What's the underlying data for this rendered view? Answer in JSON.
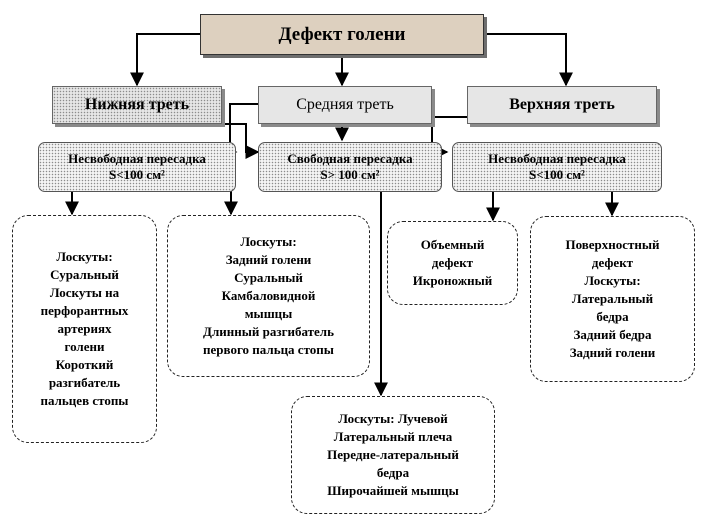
{
  "root": {
    "label": "Дефект голени"
  },
  "levels": {
    "lower": "Нижняя треть",
    "middle": "Средняя треть",
    "upper": "Верхняя треть"
  },
  "grafts": {
    "lower_nonfree": {
      "line1": "Несвободная пересадка",
      "line2": "S<100 см²"
    },
    "middle_free": {
      "line1": "Свободная пересадка",
      "line2": "S> 100 см²"
    },
    "upper_nonfree": {
      "line1": "Несвободная пересадка",
      "line2": "S<100 см²"
    }
  },
  "flaps": {
    "lower_a": [
      "Лоскуты:",
      "Суральный",
      "Лоскуты на",
      "перфорантных",
      "артериях",
      "голени",
      "Короткий",
      "разгибатель",
      "пальцев стопы"
    ],
    "lower_b": [
      "Лоскуты:",
      "Задний голени",
      "Суральный",
      "Камбаловидной",
      "мышцы",
      "Длинный разгибатель",
      "первого пальца стопы"
    ],
    "free": [
      "Лоскуты: Лучевой",
      "Латеральный плеча",
      "Передне-латеральный",
      "бедра",
      "Широчайшей мышцы"
    ],
    "upper_volume": [
      "Объемный",
      "дефект",
      "Икроножный"
    ],
    "upper_surface": [
      "Поверхностный",
      "дефект",
      "Лоскуты:",
      "Латеральный",
      "бедра",
      "Задний бедра",
      "Задний голени"
    ]
  }
}
